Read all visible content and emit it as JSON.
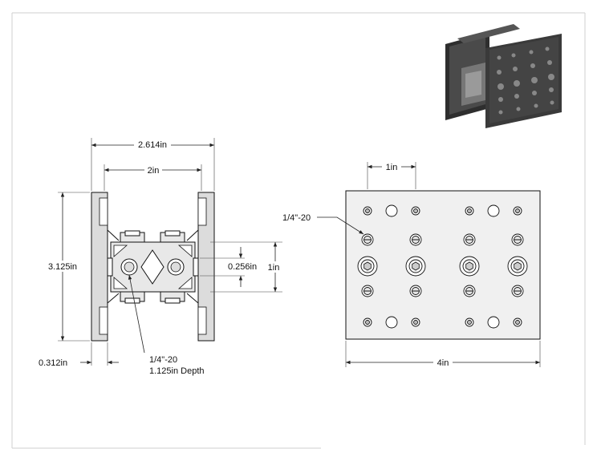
{
  "drawing": {
    "left_view": {
      "overall_width": "2.614in",
      "inner_width": "2in",
      "height": "3.125in",
      "flange_thickness": "0.312in",
      "slot_width": "0.256in",
      "slot_spacing": "1in",
      "tap_callout_line1": "1/4\"-20",
      "tap_callout_line2": "1.125in Depth"
    },
    "right_view": {
      "hole_spacing": "1in",
      "tap_callout": "1/4\"-20",
      "plate_width": "4in"
    }
  },
  "colors": {
    "line": "#111111",
    "plate_fill": "#f0f0f0",
    "part_fill": "#dcdcdc",
    "render_dark": "#3a3a3a",
    "border": "#cfcfcf"
  }
}
